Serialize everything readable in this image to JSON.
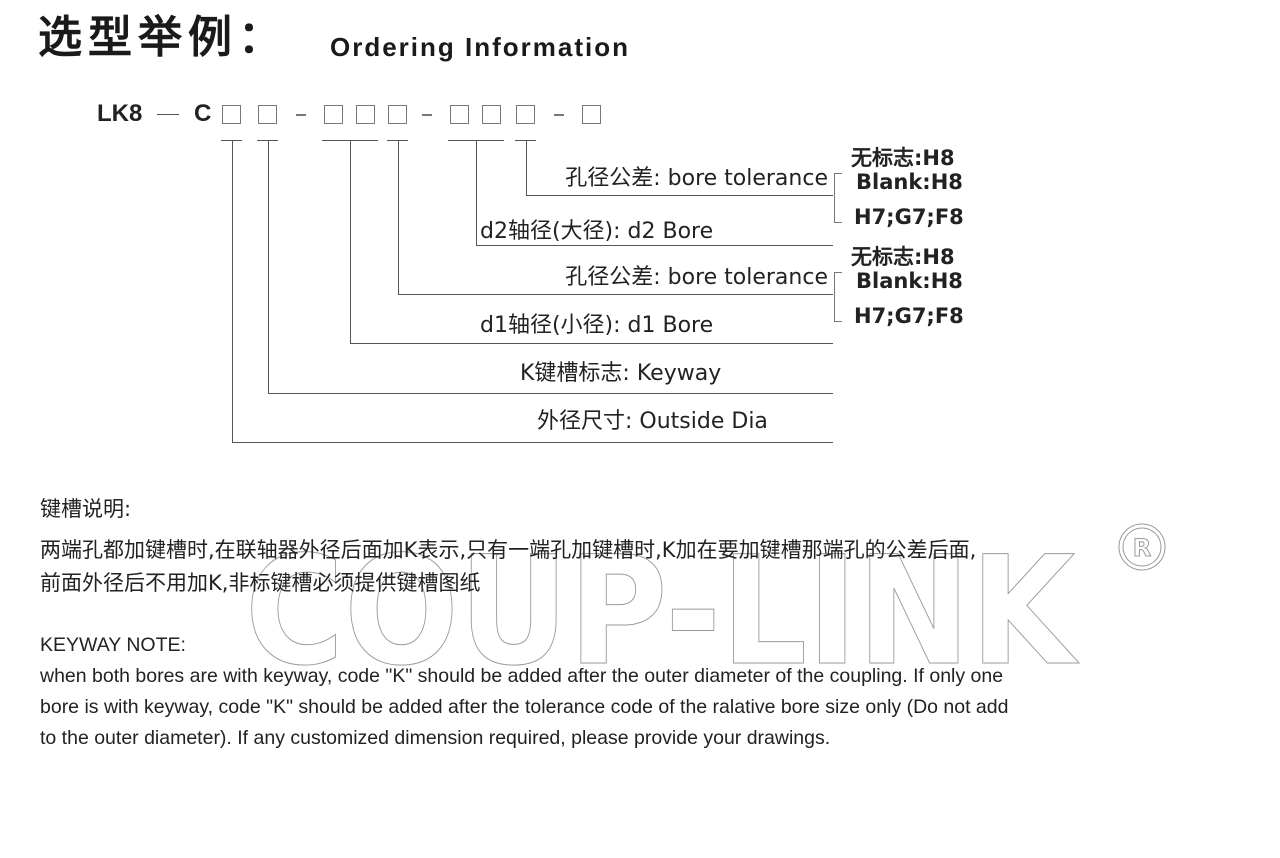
{
  "header": {
    "title_cn": "选型举例：",
    "title_en": "Ordering Information"
  },
  "code": {
    "prefix": "LK8",
    "series_letter": "C",
    "segments": [
      {
        "boxes": 2
      },
      {
        "boxes": 3
      },
      {
        "boxes": 3
      },
      {
        "boxes": 1
      }
    ]
  },
  "legend": [
    {
      "cn": "孔径公差:",
      "en": "bore tolerance",
      "tolerance_options": [
        "无标志:H8",
        "Blank:H8",
        "H7;G7;F8"
      ]
    },
    {
      "cn": "d2轴径(大径):",
      "en": "d2 Bore"
    },
    {
      "cn": "孔径公差:",
      "en": "bore tolerance",
      "tolerance_options": [
        "无标志:H8",
        "Blank:H8",
        "H7;G7;F8"
      ]
    },
    {
      "cn": "d1轴径(小径):",
      "en": "d1 Bore"
    },
    {
      "cn": "K键槽标志:",
      "en": "Keyway"
    },
    {
      "cn": "外径尺寸:",
      "en": "Outside Dia"
    }
  ],
  "keyway_note_cn": {
    "heading": "键槽说明:",
    "line1": "两端孔都加键槽时,在联轴器外径后面加K表示,只有一端孔加键槽时,K加在要加键槽那端孔的公差后面,",
    "line2": "前面外径后不用加K,非标键槽必须提供键槽图纸"
  },
  "keyway_note_en": {
    "heading": "KEYWAY  NOTE:",
    "line1": "when both bores are with keyway, code \"K\" should be added after the outer diameter of the coupling. If only one",
    "line2": "bore is with keyway, code \"K\" should be added after the tolerance code of the ralative bore size only (Do not add",
    "line3": "to the outer diameter). If any customized dimension required, please provide your drawings."
  },
  "watermark": {
    "text": "COUP-LINK",
    "mark": "R"
  },
  "colors": {
    "text": "#222222",
    "lines": "#555555",
    "watermark_stroke": "#9a9a9a"
  }
}
